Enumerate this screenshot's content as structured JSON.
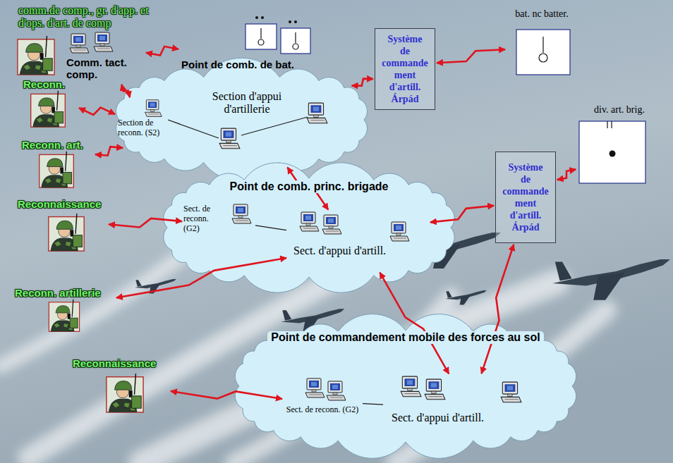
{
  "diagram": {
    "nodes": [
      {
        "text": [
          "comm.de comp., gr. d'app. et d'ops. d'art. de comp"
        ]
      },
      {
        "text": [
          "Comm. tact. comp."
        ],
        "in": 0
      },
      {
        "text": [
          "Point de comb. de bat."
        ]
      },
      {
        "text": [
          "Système de commande ment d'artill. Árpád"
        ]
      },
      {
        "text": [
          "bat. nc batter."
        ]
      },
      {
        "text": [
          "Reconn."
        ]
      },
      {
        "text": [
          "Section d'appui d'artillerie"
        ]
      },
      {
        "text": [
          "Section de reconn. (S2)"
        ],
        "in": 6
      },
      {
        "text": [
          "Reconn. art."
        ]
      },
      {
        "text": [
          "Point de comb. princ. brigade"
        ]
      },
      {
        "text": [
          "Sect. de reconn. (G2)"
        ],
        "in": 9
      },
      {
        "text": [
          "Sect. d'appui d'artill."
        ],
        "in": 9
      },
      {
        "text": [
          "Système de commande ment d'artill. Árpád"
        ]
      },
      {
        "text": [
          "div. art. brig."
        ]
      },
      {
        "text": [
          "Reconnaissance"
        ]
      },
      {
        "text": [
          "Reconn. artillerie"
        ]
      },
      {
        "text": [
          "Point de commandement mobile des forces au sol"
        ]
      },
      {
        "text": [
          "Sect. de reconn. (G2)"
        ],
        "in": 16
      },
      {
        "text": [
          "Sect. d'appui d'artill."
        ],
        "in": 16
      },
      {
        "text": [
          "Reconnaissance"
        ]
      }
    ],
    "edges": [
      {
        "from": 1,
        "to": 2,
        "arrow": "both"
      },
      {
        "from": 1,
        "to": 7,
        "arrow": "both"
      },
      {
        "from": 5,
        "to": 7,
        "arrow": "both"
      },
      {
        "from": 8,
        "to": 6,
        "arrow": "both"
      },
      {
        "from": 6,
        "to": 3,
        "arrow": "both"
      },
      {
        "from": 3,
        "to": 4,
        "arrow": "both"
      },
      {
        "from": 6,
        "to": 11,
        "arrow": "both"
      },
      {
        "from": 14,
        "to": 10,
        "arrow": "both"
      },
      {
        "from": 15,
        "to": 11,
        "arrow": "both"
      },
      {
        "from": 10,
        "to": 11,
        "arrow": "none"
      },
      {
        "from": 12,
        "to": 11,
        "arrow": "both"
      },
      {
        "from": 12,
        "to": 13,
        "arrow": "both"
      },
      {
        "from": 11,
        "to": 18,
        "arrow": "both"
      },
      {
        "from": 12,
        "to": 18,
        "arrow": "both"
      },
      {
        "from": 19,
        "to": 17,
        "arrow": "both"
      },
      {
        "from": 17,
        "to": 18,
        "arrow": "none"
      }
    ]
  }
}
